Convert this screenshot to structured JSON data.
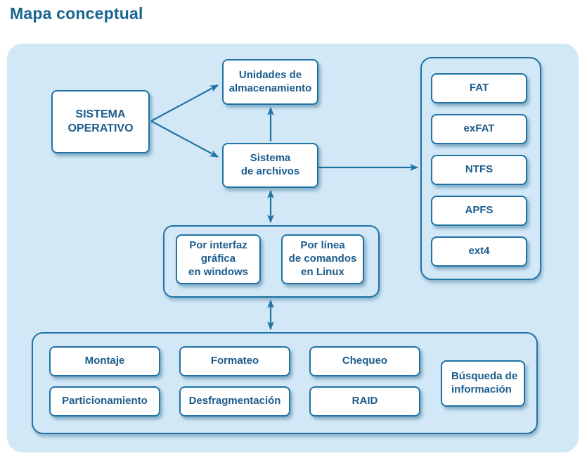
{
  "title": "Mapa conceptual",
  "colors": {
    "canvas_bg": "#d2e8f6",
    "node_bg": "#ffffff",
    "node_border": "#2073a4",
    "node_text": "#1b5c8d",
    "arrow": "#2073a4",
    "title_text": "#176690"
  },
  "nodes": {
    "sistema_operativo": "SISTEMA\nOPERATIVO",
    "unidades_almacenamiento": "Unidades de\nalmacenamiento",
    "sistema_archivos": "Sistema\nde archivos"
  },
  "filesystems": [
    "FAT",
    "exFAT",
    "NTFS",
    "APFS",
    "ext4"
  ],
  "interfaces": [
    "Por interfaz\ngráfica\nen windows",
    "Por línea\nde comandos\nen Linux"
  ],
  "operations": [
    "Montaje",
    "Formateo",
    "Chequeo",
    "Particionamiento",
    "Desfragmentación",
    "RAID",
    "Búsqueda de\ninformación"
  ]
}
